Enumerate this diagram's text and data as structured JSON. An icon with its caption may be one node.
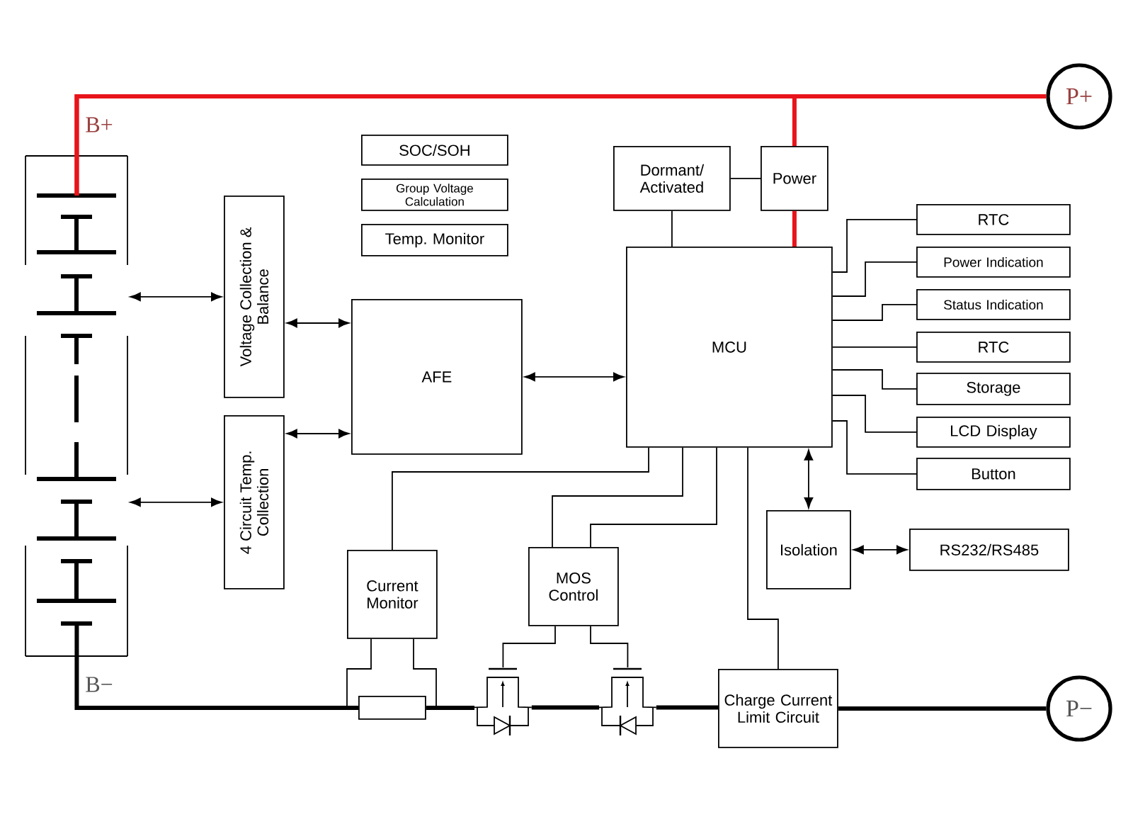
{
  "diagram": {
    "nodes": [
      {
        "text": [
          "SOC/SOH"
        ]
      },
      {
        "text": [
          "Group Voltage Calculation"
        ]
      },
      {
        "text": [
          "Temp. Monitor"
        ]
      },
      {
        "text": [
          "Dormant/ Activated"
        ]
      },
      {
        "text": [
          "Power"
        ]
      },
      {
        "text": [
          "P+"
        ]
      },
      {
        "text": [],
        "shape": "battery",
        "beside": [
          "B+",
          "B−"
        ]
      },
      {
        "text": [
          "Voltage Collection & Balance"
        ]
      },
      {
        "text": [
          "4 Circuit Temp. Collection"
        ]
      },
      {
        "text": [
          "AFE"
        ]
      },
      {
        "text": [
          "MCU"
        ]
      },
      {
        "text": [
          "RTC"
        ]
      },
      {
        "text": [
          "Power Indication"
        ]
      },
      {
        "text": [
          "Status Indication"
        ]
      },
      {
        "text": [
          "RTC"
        ]
      },
      {
        "text": [
          "Storage"
        ]
      },
      {
        "text": [
          "LCD Display"
        ]
      },
      {
        "text": [
          "Button"
        ]
      },
      {
        "text": [
          "Isolation"
        ]
      },
      {
        "text": [
          "RS232/RS485"
        ]
      },
      {
        "text": [
          "Current Monitor"
        ]
      },
      {
        "text": [
          "MOS Control"
        ]
      },
      {
        "text": [],
        "shape": "resistor"
      },
      {
        "text": [],
        "shape": "transistor"
      },
      {
        "text": [],
        "shape": "transistor"
      },
      {
        "text": [
          "Charge Current Limit Circuit"
        ]
      },
      {
        "text": [
          "P−"
        ]
      }
    ],
    "edges": [
      {
        "from": 6,
        "to": 5,
        "arrow": "none",
        "style": "thick",
        "color": "#e8141b"
      },
      {
        "from": 6,
        "to": 4,
        "arrow": "none",
        "style": "thick",
        "color": "#e8141b"
      },
      {
        "from": 4,
        "to": 10,
        "arrow": "none",
        "style": "thick",
        "color": "#e8141b"
      },
      {
        "from": 3,
        "to": 4,
        "arrow": "none"
      },
      {
        "from": 3,
        "to": 10,
        "arrow": "none"
      },
      {
        "from": 6,
        "to": 7,
        "arrow": "both"
      },
      {
        "from": 6,
        "to": 8,
        "arrow": "both"
      },
      {
        "from": 7,
        "to": 9,
        "arrow": "both"
      },
      {
        "from": 8,
        "to": 9,
        "arrow": "both"
      },
      {
        "from": 9,
        "to": 10,
        "arrow": "both"
      },
      {
        "from": 10,
        "to": 11,
        "arrow": "none"
      },
      {
        "from": 10,
        "to": 12,
        "arrow": "none"
      },
      {
        "from": 10,
        "to": 13,
        "arrow": "none"
      },
      {
        "from": 10,
        "to": 14,
        "arrow": "none"
      },
      {
        "from": 10,
        "to": 15,
        "arrow": "none"
      },
      {
        "from": 10,
        "to": 16,
        "arrow": "none"
      },
      {
        "from": 10,
        "to": 17,
        "arrow": "none"
      },
      {
        "from": 10,
        "to": 18,
        "arrow": "both"
      },
      {
        "from": 18,
        "to": 19,
        "arrow": "both"
      },
      {
        "from": 10,
        "to": 20,
        "arrow": "none"
      },
      {
        "from": 10,
        "to": 21,
        "arrow": "none"
      },
      {
        "from": 10,
        "to": 21,
        "arrow": "none"
      },
      {
        "from": 10,
        "to": 25,
        "arrow": "none"
      },
      {
        "from": 20,
        "to": 22,
        "arrow": "none"
      },
      {
        "from": 20,
        "to": 22,
        "arrow": "none"
      },
      {
        "from": 21,
        "to": 23,
        "arrow": "none"
      },
      {
        "from": 21,
        "to": 24,
        "arrow": "none"
      },
      {
        "from": 6,
        "to": 22,
        "arrow": "none",
        "style": "thick"
      },
      {
        "from": 22,
        "to": 23,
        "arrow": "none",
        "style": "thick"
      },
      {
        "from": 23,
        "to": 24,
        "arrow": "none",
        "style": "thick"
      },
      {
        "from": 24,
        "to": 25,
        "arrow": "none",
        "style": "thick"
      },
      {
        "from": 25,
        "to": 26,
        "arrow": "none",
        "style": "thick"
      }
    ]
  }
}
